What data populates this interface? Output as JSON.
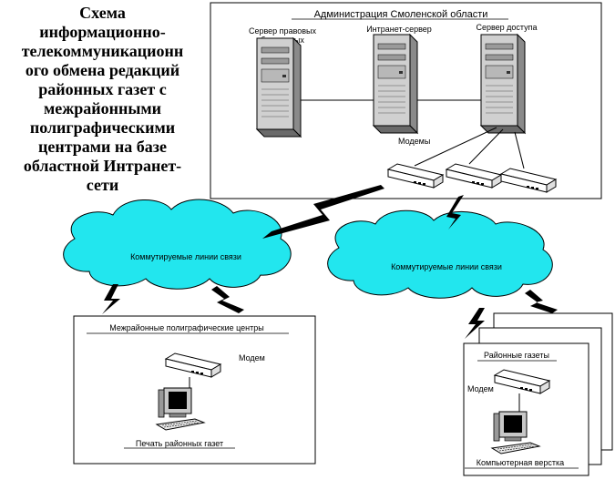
{
  "title": {
    "lines": [
      "Схема",
      "информационно-",
      "телекоммуникационн",
      "ого обмена редакций",
      "районных газет с",
      "межрайонными",
      "полиграфическими",
      "центрами на базе",
      "областной Интранет-",
      "сети"
    ]
  },
  "admin": {
    "title": "Администрация Смоленской области",
    "server_legal_line1": "Сервер правовых",
    "server_legal_line2": "баз данных",
    "server_intranet": "Интранет-сервер",
    "server_access": "Сервер доступа",
    "modems_label": "Модемы"
  },
  "clouds": {
    "left_label": "Коммутируемые линии связи",
    "right_label": "Коммутируемые линии связи"
  },
  "mpc": {
    "title": "Межрайонные полиграфические центры",
    "modem_label": "Модем",
    "caption": "Печать районных газет"
  },
  "newspapers": {
    "title": "Районные газеты",
    "modem_label": "Модем",
    "caption": "Компьютерная верстка"
  },
  "colors": {
    "cloud_fill": "#22e6ee",
    "line": "#000000",
    "box_bg": "#ffffff"
  },
  "icons": [
    "server-icon",
    "modem-icon",
    "computer-icon",
    "lightning-icon",
    "cloud-icon"
  ]
}
